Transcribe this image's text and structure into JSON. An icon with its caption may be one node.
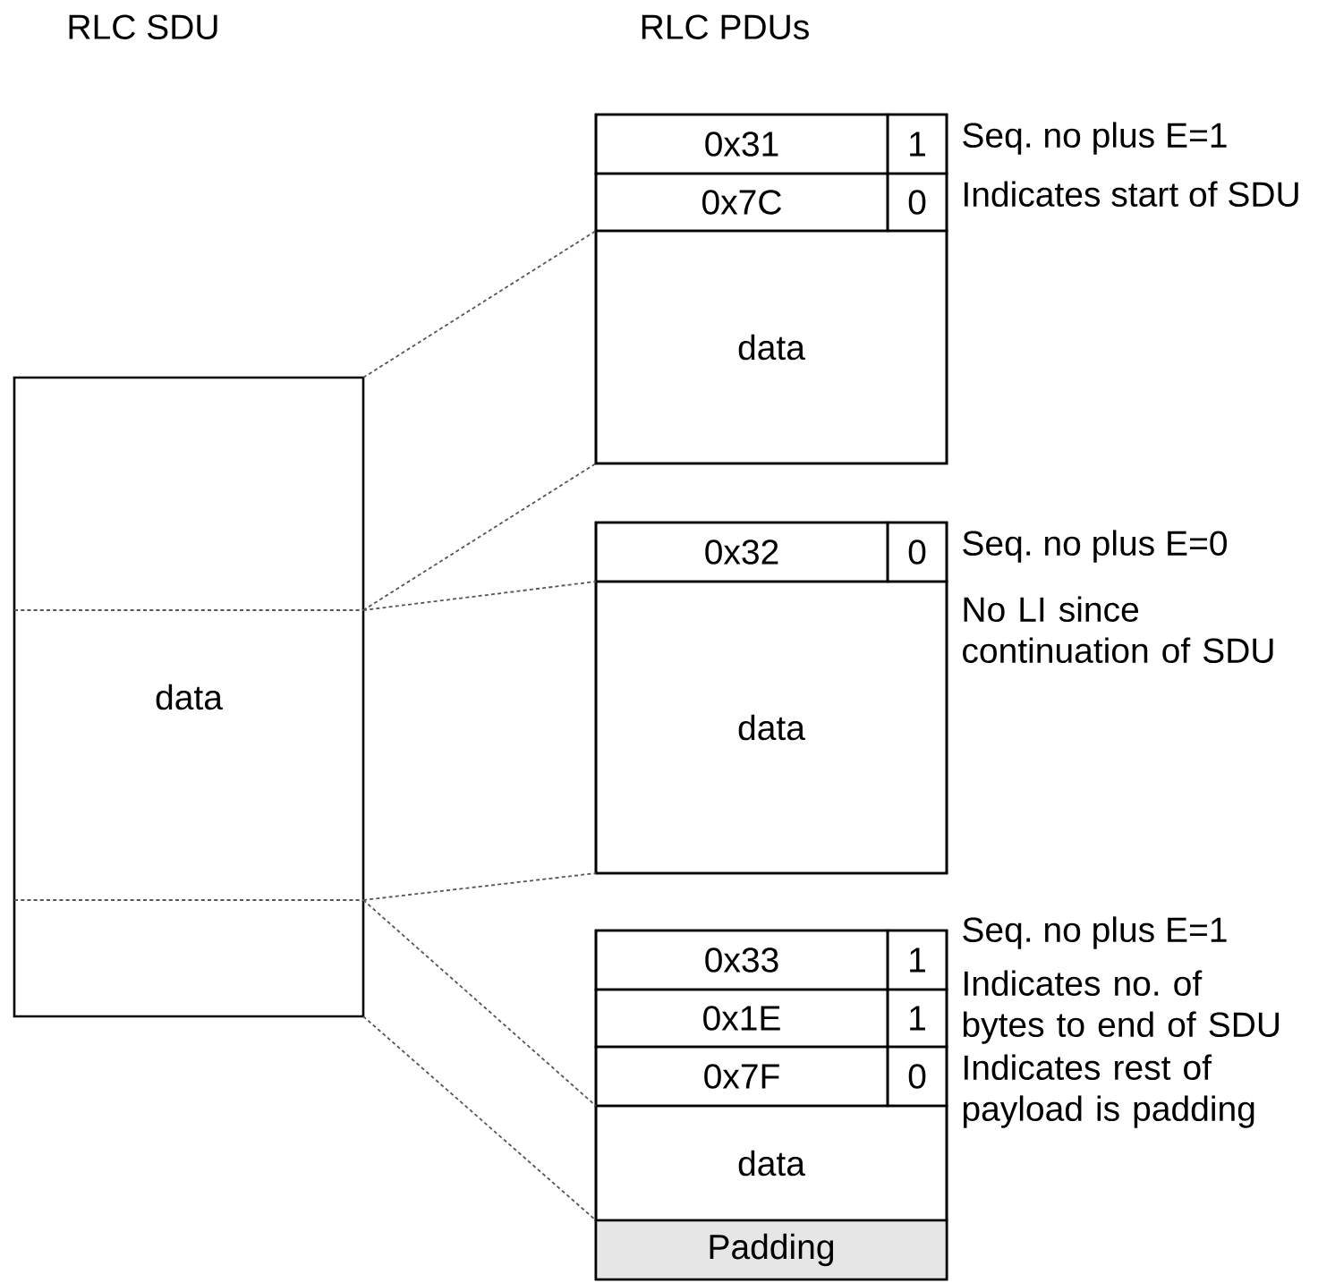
{
  "diagram": {
    "nodes": [
      {
        "text": [
          "data"
        ]
      },
      {
        "text": [],
        "shape": "box"
      },
      {
        "text": [
          "0x31"
        ],
        "in": 1
      },
      {
        "text": [
          "1"
        ],
        "in": 1
      },
      {
        "text": [
          "0x7C"
        ],
        "in": 1
      },
      {
        "text": [
          "0"
        ],
        "in": 1
      },
      {
        "text": [
          "data"
        ],
        "in": 1
      },
      {
        "text": [],
        "shape": "box"
      },
      {
        "text": [
          "0x32"
        ],
        "in": 7
      },
      {
        "text": [
          "0"
        ],
        "in": 7
      },
      {
        "text": [
          "data"
        ],
        "in": 7
      },
      {
        "text": [],
        "shape": "box"
      },
      {
        "text": [
          "0x33"
        ],
        "in": 11
      },
      {
        "text": [
          "1"
        ],
        "in": 11
      },
      {
        "text": [
          "0x1E"
        ],
        "in": 11
      },
      {
        "text": [
          "1"
        ],
        "in": 11
      },
      {
        "text": [
          "0x7F"
        ],
        "in": 11
      },
      {
        "text": [
          "0"
        ],
        "in": 11
      },
      {
        "text": [
          "data"
        ],
        "in": 11
      },
      {
        "text": [
          "Padding"
        ],
        "in": 11
      }
    ],
    "edges": [
      {
        "from": 0,
        "to": 6,
        "arrow": "none",
        "style": "dashed"
      },
      {
        "from": 0,
        "to": 6,
        "arrow": "none",
        "style": "dashed"
      },
      {
        "from": 0,
        "to": 10,
        "arrow": "none",
        "style": "dashed"
      },
      {
        "from": 0,
        "to": 10,
        "arrow": "none",
        "style": "dashed"
      },
      {
        "from": 0,
        "to": 18,
        "arrow": "none",
        "style": "dashed"
      },
      {
        "from": 0,
        "to": 19,
        "arrow": "none",
        "style": "dashed"
      }
    ],
    "labels": [
      "RLC SDU",
      "RLC PDUs",
      "Seq. no plus E=1",
      "Indicates start of SDU",
      "Seq. no plus E=0",
      "No LI since continuation of SDU",
      "Seq. no plus E=1",
      "Indicates no. of bytes to end of SDU",
      "Indicates rest of payload is padding"
    ]
  }
}
